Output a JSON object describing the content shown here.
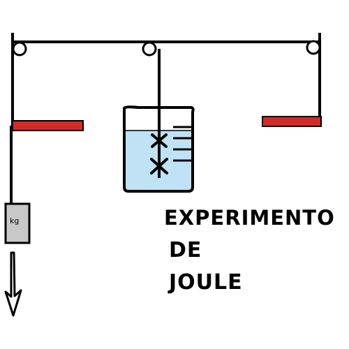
{
  "title": {
    "line1": "EXPERIMENTO",
    "line2": "DE",
    "line3": "JOULE"
  },
  "weight_label": "kg",
  "colors": {
    "paddle_red": "#d42a2a",
    "water_blue": "#bfe3f5",
    "weight_gray": "#c8c8c8",
    "stroke_black": "#000000"
  }
}
